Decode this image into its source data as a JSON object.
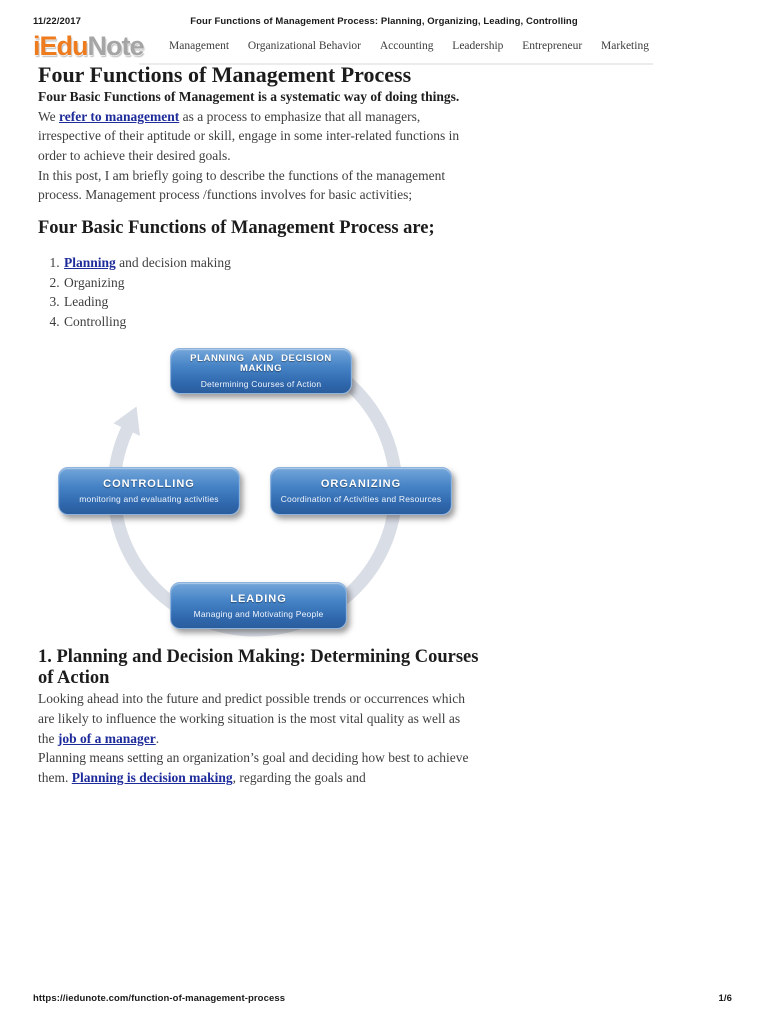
{
  "print_header": {
    "date": "11/22/2017",
    "title": "Four Functions of Management Process: Planning, Organizing, Leading, Controlling"
  },
  "print_footer": {
    "url": "https://iedunote.com/function-of-management-process",
    "page": "1/6"
  },
  "site": {
    "logo_part1": "iEdu",
    "logo_part2": "Note",
    "nav": [
      "Management",
      "Organizational Behavior",
      "Accounting",
      "Leadership",
      "Entrepreneur",
      "Marketing"
    ]
  },
  "article": {
    "title": "Four Functions of Management Process",
    "intro_bold": "Four Basic Functions of Management is a systematic way of doing things.",
    "intro_mid": " We ",
    "intro_link": "refer to management",
    "intro_rest": " as a process to emphasize that all managers, irrespective of their aptitude or skill, engage in some inter-related functions in order to achieve their desired goals.",
    "para2": "In this post, I am briefly going to describe the functions of the management process. Management process /functions involves for basic activities;",
    "list_heading": "Four Basic Functions of Management Process are;",
    "list_item1_link": "Planning",
    "list_item1_rest": " and decision making",
    "list_item2": "Organizing",
    "list_item3": "Leading",
    "list_item4": "Controlling",
    "section_heading": "1. Planning and Decision Making: Determining Courses of Action",
    "para3_start": "Looking ahead into the future and predict possible trends or occurrences which are likely to influence the working situation is the most vital quality as well as the ",
    "para3_link": "job of a manager",
    "para3_end": ".",
    "para4_start": "Planning means setting an organization’s goal and deciding how best to achieve them. ",
    "para4_link": "Planning is decision making",
    "para4_end": ", regarding the goals and"
  },
  "diagram": {
    "boxes": [
      {
        "title": "PLANNING AND DECISION MAKING",
        "subtitle": "Determining Courses of Action"
      },
      {
        "title": "CONTROLLING",
        "subtitle": "monitoring and evaluating activities"
      },
      {
        "title": "ORGANIZING",
        "subtitle": "Coordination of Activities and Resources"
      },
      {
        "title": "LEADING",
        "subtitle": "Managing and Motivating People"
      }
    ]
  },
  "colors": {
    "link_blue": "#1e2b9a",
    "logo_orange": "#ee7c1f",
    "logo_gray": "#a5a5a5",
    "arrow_gray": "#d9dde6",
    "box_blue_top": "#74a6da",
    "box_blue_bottom": "#2a5d9d"
  }
}
